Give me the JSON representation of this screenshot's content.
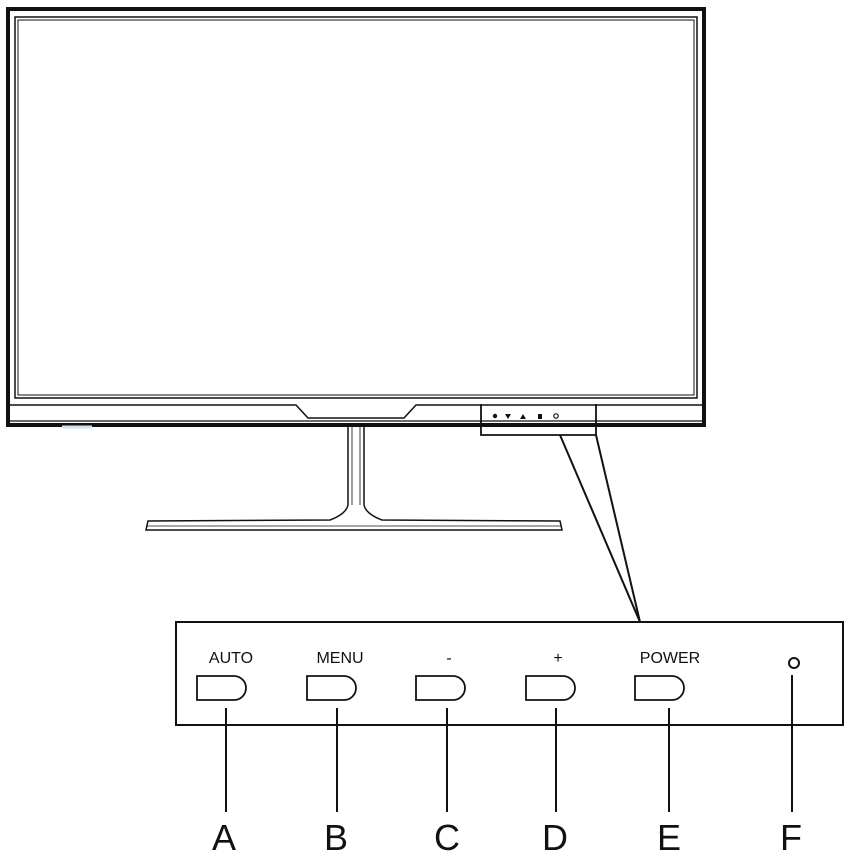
{
  "figure": {
    "monitor": {
      "front_button_icons": [
        "menu-icon",
        "down-arrow-icon",
        "up-arrow-icon",
        "auto-icon",
        "power-icon"
      ],
      "indicator_accent": "#cfe3f5"
    },
    "control_panel": {
      "buttons": [
        {
          "label": "AUTO",
          "callout": "A"
        },
        {
          "label": "MENU",
          "callout": "B"
        },
        {
          "label": "-",
          "callout": "C"
        },
        {
          "label": "+",
          "callout": "D"
        },
        {
          "label": "POWER",
          "callout": "E"
        }
      ],
      "indicator": {
        "callout": "F"
      }
    }
  }
}
